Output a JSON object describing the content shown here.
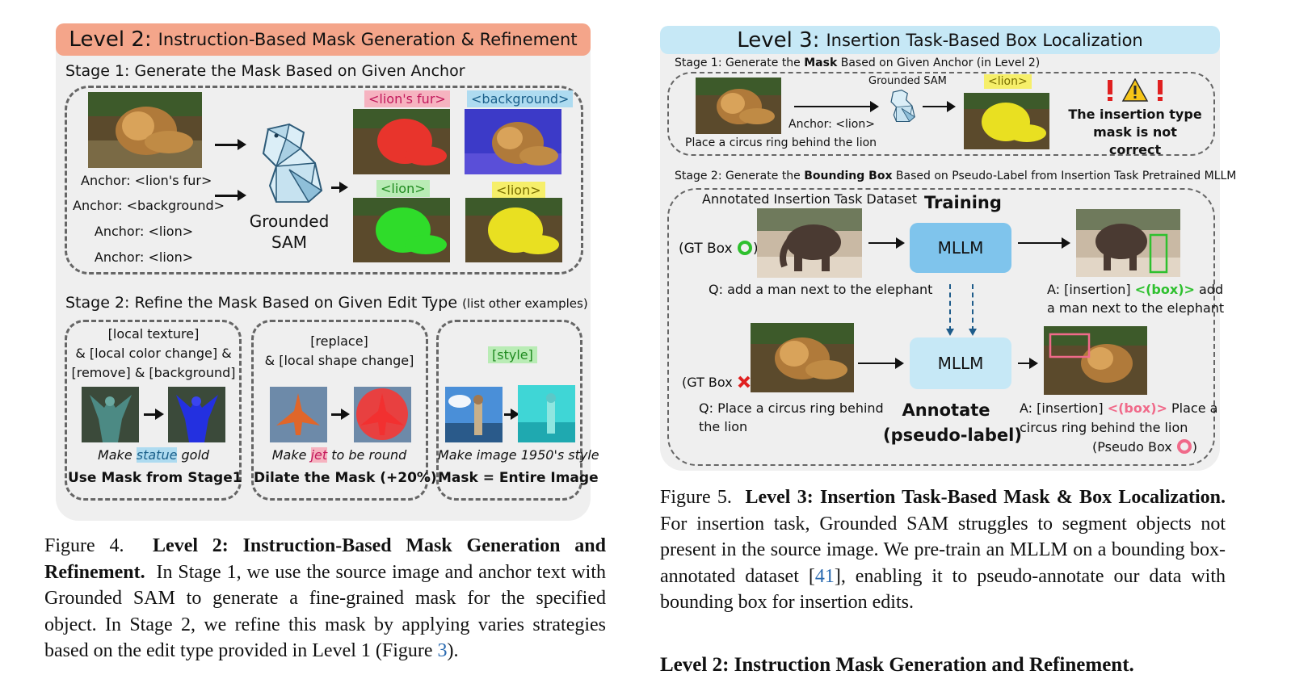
{
  "fig4": {
    "banner_prefix": "Level 2:",
    "banner_rest": "Instruction-Based Mask Generation & Refinement",
    "stage1": "Stage 1: Generate the Mask Based on Given Anchor",
    "anchors": [
      "Anchor: <lion's fur>",
      "Anchor: <background>",
      "Anchor: <lion>",
      "Anchor: <lion>"
    ],
    "grounded_sam": "Grounded SAM",
    "tags": [
      "<lion's fur>",
      "<background>",
      "<lion>",
      "<lion>"
    ],
    "stage2": "Stage 2: Refine the Mask Based on Given Edit Type",
    "stage2_note": "(list other examples)",
    "box1_lines": [
      "[local texture]",
      "& [local color change]  &",
      "[remove] & [background]"
    ],
    "box1_instr_pre": "Make ",
    "box1_instr_hl": "statue",
    "box1_instr_post": " gold",
    "box1_rule": "Use Mask from Stage1",
    "box2_lines": [
      "[replace]",
      "& [local shape change]"
    ],
    "box2_instr_pre": "Make ",
    "box2_instr_hl": "jet",
    "box2_instr_post": " to be round",
    "box2_rule": "Dilate the Mask (+20%)",
    "box3_tag": "[style]",
    "box3_instr": "Make image 1950's style",
    "box3_rule": "Mask = Entire Image",
    "caption_label": "Figure 4.",
    "caption_bold": "Level 2: Instruction-Based Mask Generation and Refinement.",
    "caption_text": "In Stage 1, we use the source image and anchor text with Grounded SAM to generate a fine-grained mask for the specified object. In Stage 2, we refine this mask by applying varies strategies based on the edit type provided in Level 1 (Figure ",
    "caption_ref": "3",
    "caption_end": ")."
  },
  "fig5": {
    "banner_prefix": "Level 3:",
    "banner_rest": "Insertion Task-Based Box Localization",
    "stage1_pre": "Stage 1: Generate the ",
    "stage1_bold": "Mask",
    "stage1_post": " Based on Given Anchor (in Level 2)",
    "grounded_sam": "Grounded SAM",
    "anchor": "Anchor: <lion>",
    "instruction1": "Place a circus ring behind the lion",
    "tag_lion": "<lion>",
    "warning_text": "The insertion type mask is not correct",
    "stage2_pre": "Stage 2: Generate the ",
    "stage2_bold": "Bounding Box",
    "stage2_post": " Based on Pseudo-Label from Insertion Task Pretrained MLLM",
    "dataset_label": "Annotated Insertion Task Dataset",
    "training": "Training",
    "gt_box_ok": "(GT Box",
    "gt_box_no": "(GT Box",
    "mllm": "MLLM",
    "q1": "Q: add a man next to the elephant",
    "a1_pre": "A: [insertion] ",
    "a1_box": "<(box)>",
    "a1_post": " add",
    "a1_line2": "a man next to the elephant",
    "q2_line1": "Q: Place a circus ring behind",
    "q2_line2": "the lion",
    "annotate_line1": "Annotate",
    "annotate_line2": "(pseudo-label)",
    "a2_pre": "A: [insertion] ",
    "a2_box": "<(box)>",
    "a2_post": " Place a",
    "a2_line2": "circus ring behind the lion",
    "pseudo_box": "(Pseudo Box",
    "caption_label": "Figure 5.",
    "caption_bold": "Level 3: Insertion Task-Based Mask & Box Localization.",
    "caption_text": "For insertion task, Grounded SAM struggles to segment objects not present in the source image. We pre-train an MLLM on a bounding box-annotated dataset [",
    "caption_ref": "41",
    "caption_end": "], enabling it to pseudo-annotate our data with bounding box for insertion edits."
  },
  "section_heading": "Level 2: Instruction Mask Generation and Refinement.",
  "colors": {
    "banner_level2": "#f4a58a",
    "banner_level3": "#c6e8f6",
    "tag_pink": "#f6b3c0",
    "tag_blue": "#aedbf0",
    "tag_green": "#b9ecb5",
    "tag_yellow": "#f6ef6a",
    "mllm_blue": "#7fc4ec",
    "warn_red": "#e02020",
    "box_green": "#2ec02e",
    "box_pink": "#f06a8a"
  }
}
